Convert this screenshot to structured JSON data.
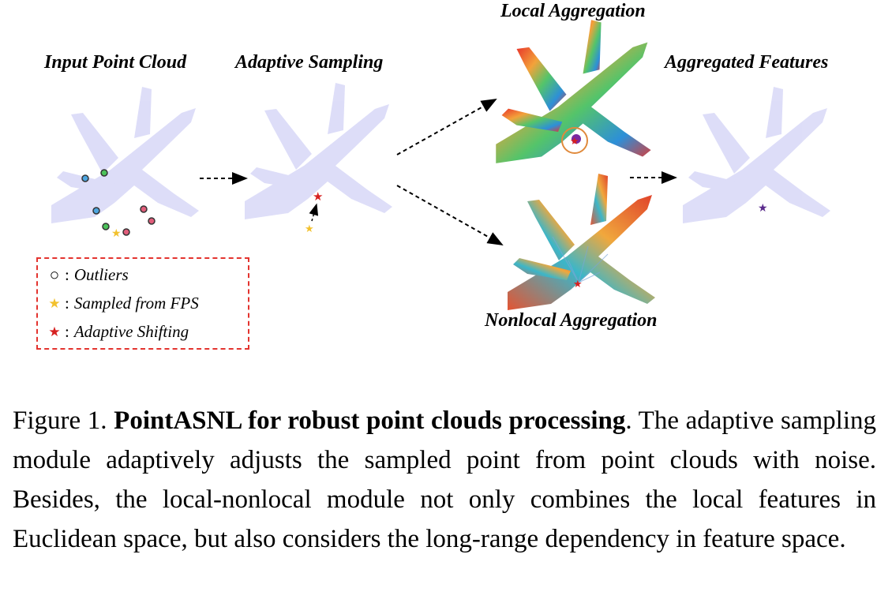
{
  "figure": {
    "labels": {
      "input": "Input Point Cloud",
      "adaptive": "Adaptive Sampling",
      "local": "Local Aggregation",
      "aggregated": "Aggregated Features",
      "nonlocal": "Nonlocal Aggregation"
    },
    "legend": {
      "outliers": "Outliers",
      "fps": "Sampled from FPS",
      "shift": "Adaptive Shifting"
    },
    "colors": {
      "plane": "#dcdcf8",
      "fps_star": "#f2c12e",
      "shift_star": "#d62020",
      "agg_star": "#5a2a8c",
      "legend_border": "#e3342f",
      "ring": "#e08a3c"
    }
  },
  "caption": {
    "prefix": "Figure 1. ",
    "bold": "PointASNL for robust point clouds processing",
    "rest": ".  The adaptive sampling module adaptively adjusts the sampled point from point clouds with noise.  Besides, the local-nonlocal module not only combines the local features in Euclidean space, but also considers the long-range dependency in feature space."
  }
}
